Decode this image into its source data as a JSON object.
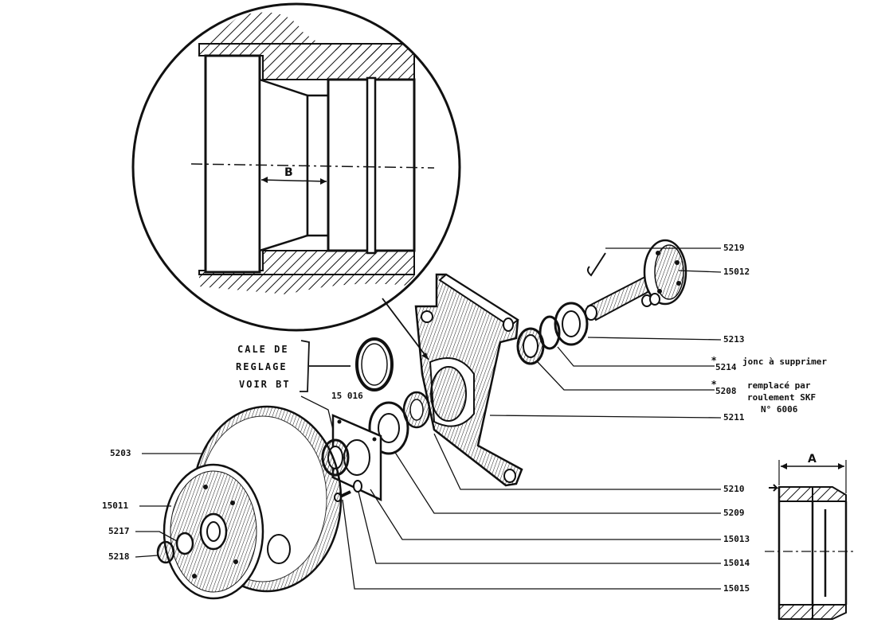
{
  "detail": {
    "dimension_label": "B"
  },
  "inset": {
    "dimension_label": "A"
  },
  "shim_note": {
    "line1": "CALE DE",
    "line2": "REGLAGE",
    "line3": "VOIR BT"
  },
  "callouts": {
    "p5219": "5219",
    "p15012": "15012",
    "p5213": "5213",
    "p5214": "5214",
    "p5208": "5208",
    "p5211": "5211",
    "p5210": "5210",
    "p5209": "5209",
    "p15013": "15013",
    "p15014": "15014",
    "p15015": "15015",
    "p15016": "15 016",
    "p5203": "5203",
    "p15011": "15011",
    "p5217": "5217",
    "p5218": "5218"
  },
  "notes": {
    "asterisk": "*",
    "jonc": "jonc à supprimer",
    "remplace1": "remplacé par",
    "remplace2": "roulement SKF",
    "remplace3": "N° 6006"
  }
}
